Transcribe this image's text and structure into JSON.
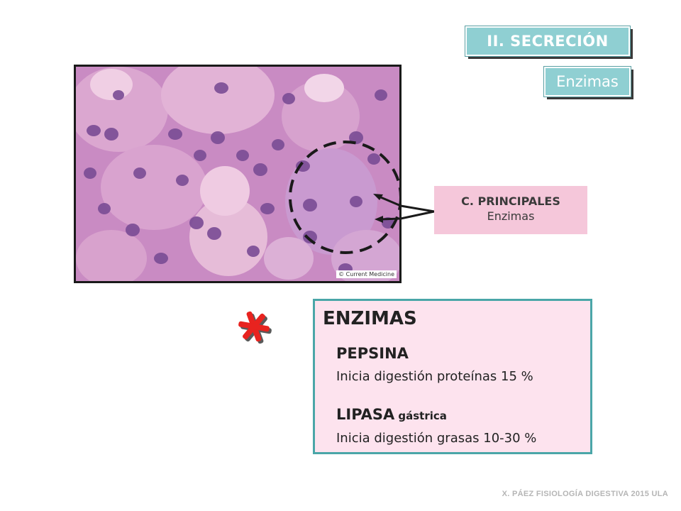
{
  "section": {
    "title": "II. SECRECIÓN",
    "subtitle": "Enzimas"
  },
  "micrograph": {
    "copyright": "© Current Medicine"
  },
  "callout": {
    "title": "C. PRINCIPALES",
    "subtitle": "Enzimas"
  },
  "enzymes": {
    "heading": "ENZIMAS",
    "pepsina": {
      "name": "PEPSINA",
      "description": "Inicia digestión proteínas 15 %"
    },
    "lipasa": {
      "name": "LIPASA",
      "qualifier": "gástrica",
      "description": "Inicia digestión grasas 10-30 %"
    }
  },
  "footer": "X. PÁEZ   FISIOLOGÍA DIGESTIVA 2015  ULA",
  "colors": {
    "badge": "#8fcfd2",
    "callout_bg": "#f5c7da",
    "panel_bg": "#fde3ee",
    "panel_border": "#4aa6a8",
    "asterisk": "#e8231f"
  }
}
